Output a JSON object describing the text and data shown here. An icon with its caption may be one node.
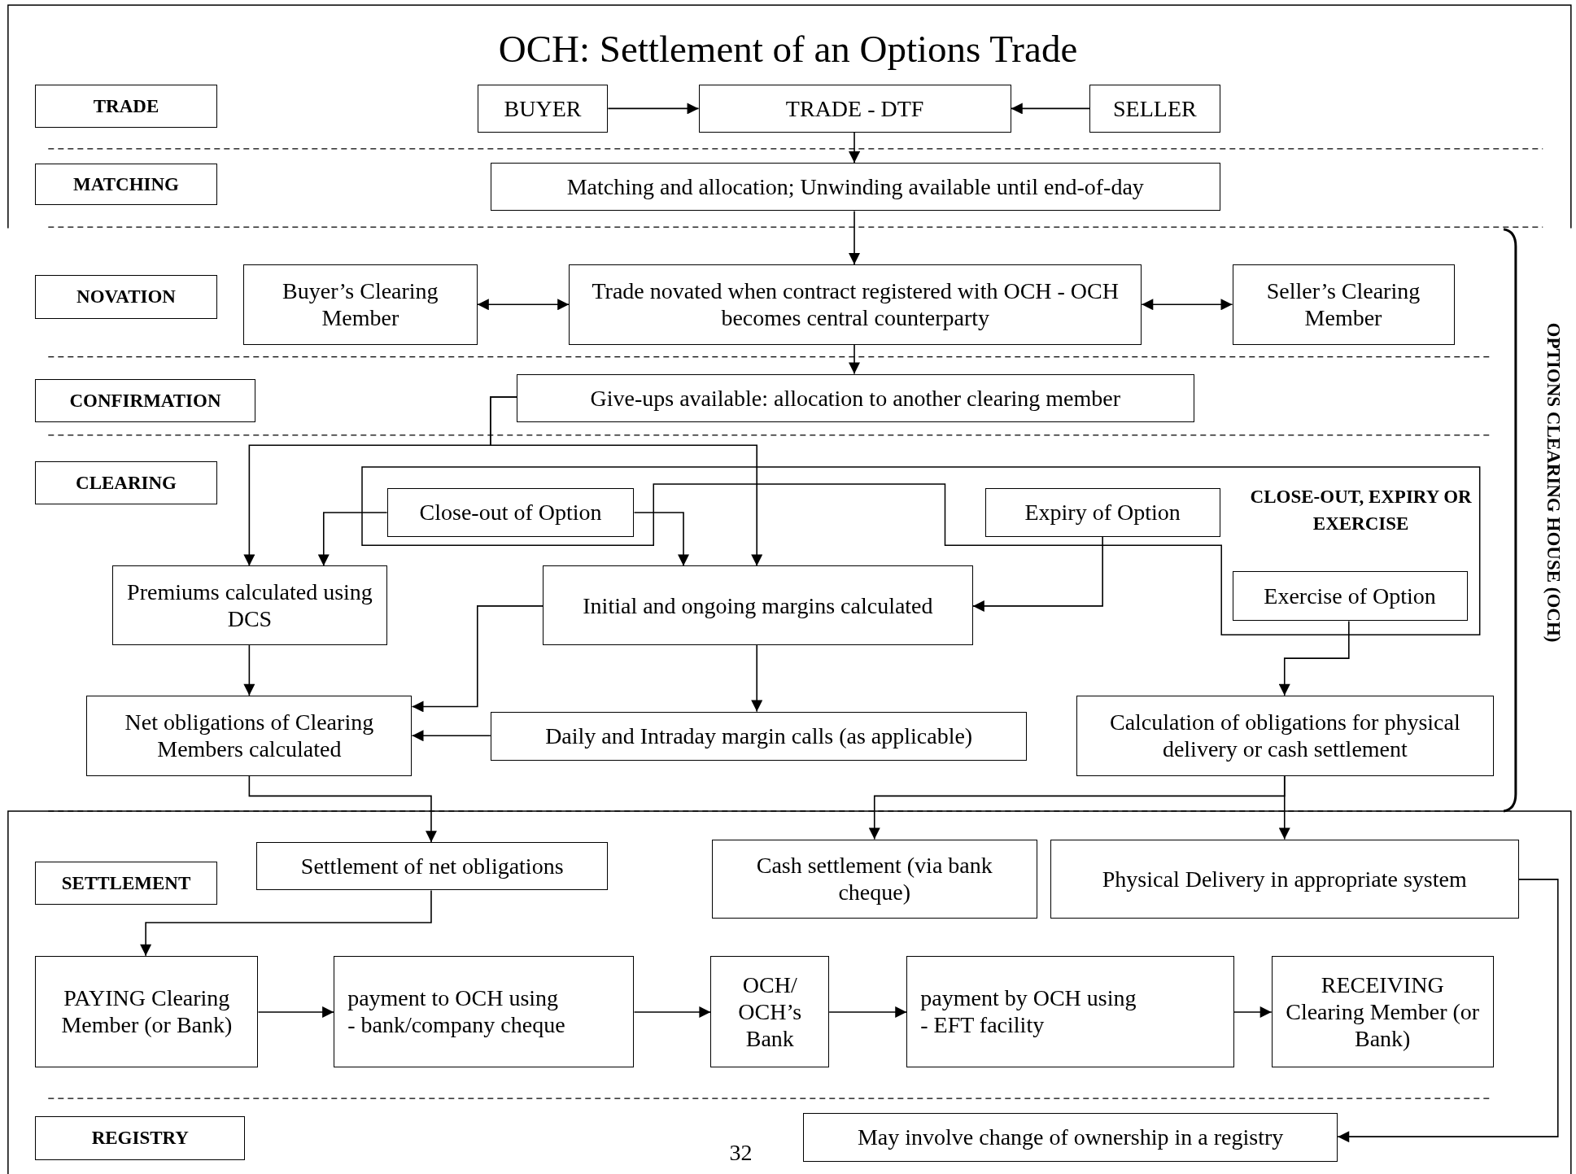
{
  "diagram": {
    "title": "OCH: Settlement of an Options Trade",
    "nodes": [
      {
        "text": [
          "TRADE"
        ]
      },
      {
        "text": [
          "BUYER"
        ]
      },
      {
        "text": [
          "TRADE - DTF"
        ]
      },
      {
        "text": [
          "SELLER"
        ]
      },
      {
        "text": [
          "MATCHING"
        ]
      },
      {
        "text": [
          "Matching and allocation; Unwinding available until end-of-day"
        ]
      },
      {
        "text": [
          "NOVATION"
        ]
      },
      {
        "text": [
          "Buyer’s Clearing Member"
        ]
      },
      {
        "text": [
          "Trade novated when contract registered with OCH - OCH becomes central counterparty"
        ]
      },
      {
        "text": [
          "Seller’s Clearing Member"
        ]
      },
      {
        "text": [
          "CONFIRMATION"
        ]
      },
      {
        "text": [
          "Give-ups available: allocation to another clearing member"
        ]
      },
      {
        "text": [
          "CLEARING"
        ]
      },
      {
        "text": [
          "CLOSE-OUT, EXPIRY OR EXERCISE"
        ]
      },
      {
        "text": [
          "Close-out of Option"
        ],
        "in": 13
      },
      {
        "text": [
          "Expiry of Option"
        ],
        "in": 13
      },
      {
        "text": [
          "Exercise of Option"
        ],
        "in": 13
      },
      {
        "text": [
          "Premiums calculated using DCS"
        ]
      },
      {
        "text": [
          "Initial and ongoing margins calculated"
        ]
      },
      {
        "text": [
          "Net obligations of Clearing Members calculated"
        ]
      },
      {
        "text": [
          "Daily and Intraday margin calls (as applicable)"
        ]
      },
      {
        "text": [
          "Calculation of obligations for physical delivery or cash settlement"
        ]
      },
      {
        "text": [
          "SETTLEMENT"
        ]
      },
      {
        "text": [
          "Settlement of net obligations"
        ]
      },
      {
        "text": [
          "Cash settlement (via bank cheque)"
        ]
      },
      {
        "text": [
          "Physical Delivery in appropriate system"
        ]
      },
      {
        "text": [
          "PAYING Clearing Member (or Bank)"
        ]
      },
      {
        "text": [
          "payment to OCH using",
          "- bank/company cheque"
        ]
      },
      {
        "text": [
          "OCH/ OCH’s Bank"
        ]
      },
      {
        "text": [
          "payment by OCH using",
          "- EFT facility"
        ]
      },
      {
        "text": [
          "RECEIVING Clearing Member (or Bank)"
        ]
      },
      {
        "text": [
          "REGISTRY"
        ]
      },
      {
        "text": [
          "May involve change of ownership in a registry"
        ]
      }
    ],
    "edges": [
      {
        "from": 1,
        "to": 2,
        "arrow": "to"
      },
      {
        "from": 3,
        "to": 2,
        "arrow": "to"
      },
      {
        "from": 2,
        "to": 5,
        "arrow": "to"
      },
      {
        "from": 5,
        "to": 8,
        "arrow": "to"
      },
      {
        "from": 8,
        "to": 7,
        "arrow": "both"
      },
      {
        "from": 8,
        "to": 9,
        "arrow": "both"
      },
      {
        "from": 8,
        "to": 11,
        "arrow": "to"
      },
      {
        "from": 11,
        "to": 17,
        "arrow": "to"
      },
      {
        "from": 11,
        "to": 18,
        "arrow": "to"
      },
      {
        "from": 14,
        "to": 17,
        "arrow": "to"
      },
      {
        "from": 14,
        "to": 18,
        "arrow": "to"
      },
      {
        "from": 15,
        "to": 18,
        "arrow": "to"
      },
      {
        "from": 16,
        "to": 21,
        "arrow": "to"
      },
      {
        "from": 18,
        "to": 19,
        "arrow": "to"
      },
      {
        "from": 18,
        "to": 20,
        "arrow": "to"
      },
      {
        "from": 20,
        "to": 19,
        "arrow": "to"
      },
      {
        "from": 17,
        "to": 19,
        "arrow": "to"
      },
      {
        "from": 19,
        "to": 23,
        "arrow": "to"
      },
      {
        "from": 21,
        "to": 24,
        "arrow": "to"
      },
      {
        "from": 21,
        "to": 25,
        "arrow": "to"
      },
      {
        "from": 23,
        "to": 26,
        "arrow": "to"
      },
      {
        "from": 26,
        "to": 27,
        "arrow": "to"
      },
      {
        "from": 27,
        "to": 28,
        "arrow": "to"
      },
      {
        "from": 28,
        "to": 29,
        "arrow": "to"
      },
      {
        "from": 29,
        "to": 30,
        "arrow": "to"
      },
      {
        "from": 25,
        "to": 32,
        "arrow": "to"
      }
    ],
    "labels": [
      "OPTIONS CLEARING HOUSE (OCH)",
      "32"
    ]
  }
}
